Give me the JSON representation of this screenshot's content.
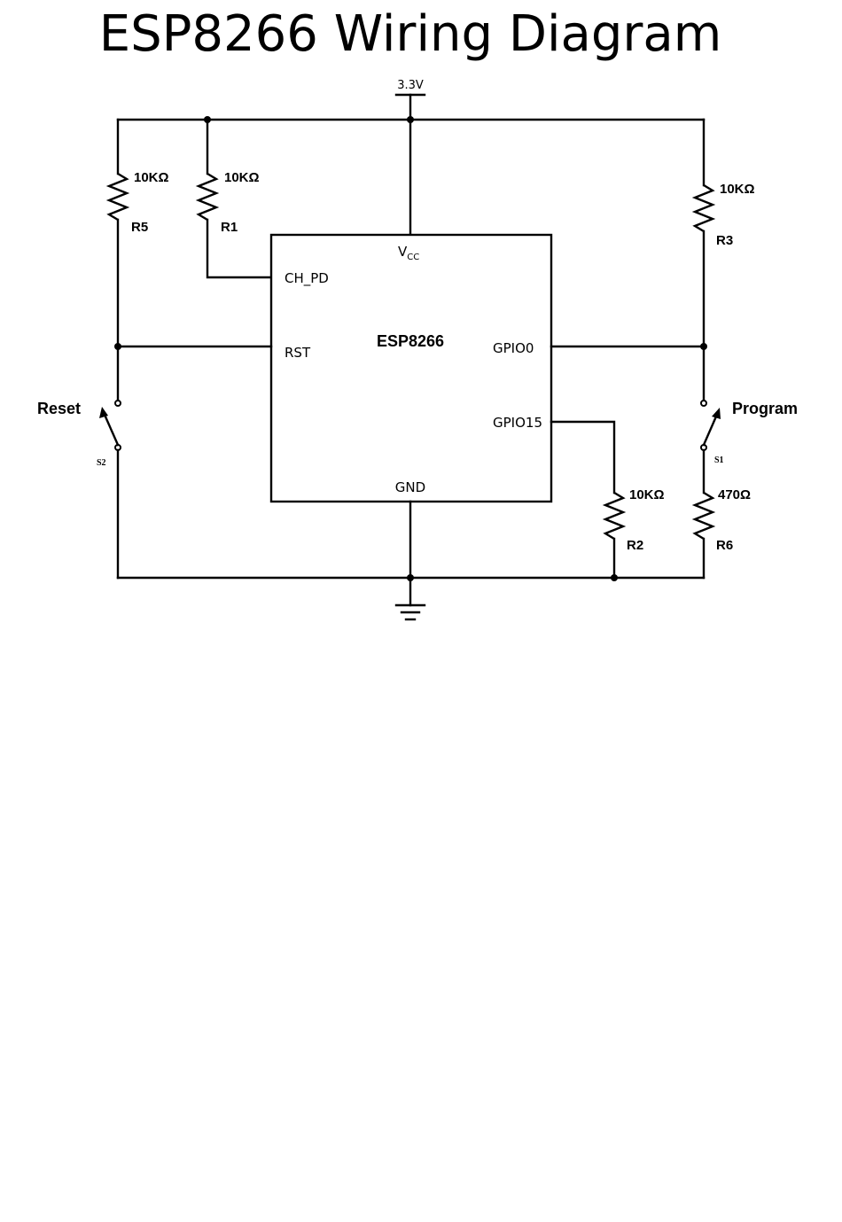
{
  "title": "ESP8266 Wiring Diagram",
  "supply": {
    "label": "3.3V"
  },
  "chip": {
    "name": "ESP8266",
    "pins": {
      "vcc_main": "V",
      "vcc_sub": "CC",
      "ch_pd": "CH_PD",
      "rst": "RST",
      "gpio0": "GPIO0",
      "gpio15": "GPIO15",
      "gnd": "GND"
    }
  },
  "resistors": [
    {
      "id": "R5",
      "value": "10KΩ"
    },
    {
      "id": "R1",
      "value": "10KΩ"
    },
    {
      "id": "R3",
      "value": "10KΩ"
    },
    {
      "id": "R2",
      "value": "10KΩ"
    },
    {
      "id": "R6",
      "value": "470Ω"
    }
  ],
  "switches": [
    {
      "id": "S2",
      "label": "Reset"
    },
    {
      "id": "S1",
      "label": "Program"
    }
  ]
}
